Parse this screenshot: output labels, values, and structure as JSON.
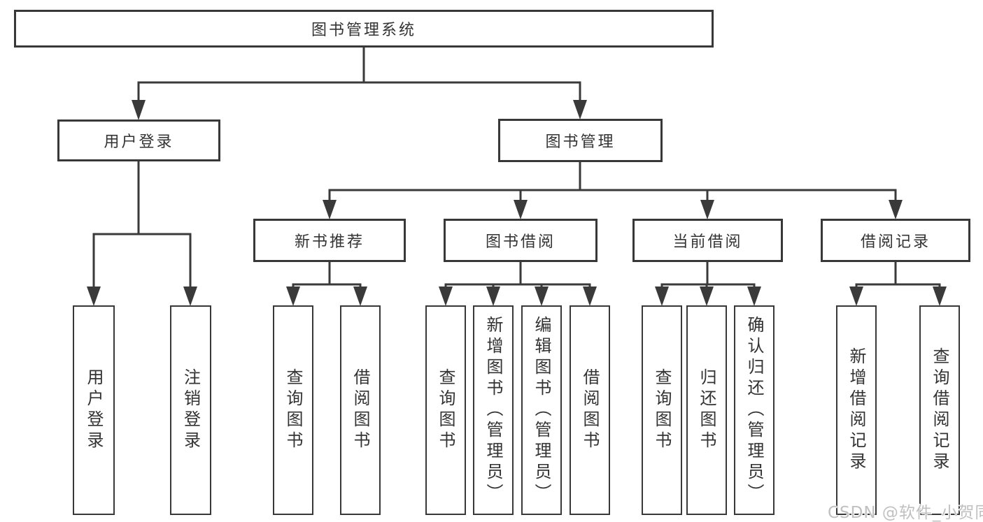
{
  "nodes": {
    "root": {
      "label": "图书管理系统"
    },
    "branches": [
      {
        "label": "用户登录"
      },
      {
        "label": "图书管理"
      }
    ],
    "sections": [
      {
        "label": "新书推荐"
      },
      {
        "label": "图书借阅"
      },
      {
        "label": "当前借阅"
      },
      {
        "label": "借阅记录"
      }
    ],
    "leaves": [
      {
        "parent": "用户登录",
        "label": "用户登录"
      },
      {
        "parent": "用户登录",
        "label": "注销登录"
      },
      {
        "parent": "新书推荐",
        "label": "查询图书"
      },
      {
        "parent": "新书推荐",
        "label": "借阅图书"
      },
      {
        "parent": "图书借阅",
        "label": "查询图书"
      },
      {
        "parent": "图书借阅",
        "label": "新增图书（管理员）"
      },
      {
        "parent": "图书借阅",
        "label": "编辑图书（管理员）"
      },
      {
        "parent": "图书借阅",
        "label": "借阅图书"
      },
      {
        "parent": "当前借阅",
        "label": "查询图书"
      },
      {
        "parent": "当前借阅",
        "label": "归还图书"
      },
      {
        "parent": "当前借阅",
        "label": "确认归还（管理员）"
      },
      {
        "parent": "借阅记录",
        "label": "新增借阅记录"
      },
      {
        "parent": "借阅记录",
        "label": "查询借阅记录"
      }
    ]
  },
  "watermark": {
    "text": "CSDN @软件_小贺同学"
  },
  "colors": {
    "line": "#3a3a3a",
    "text": "#333333",
    "watermark": "#c0c0c0",
    "background": "#ffffff"
  }
}
